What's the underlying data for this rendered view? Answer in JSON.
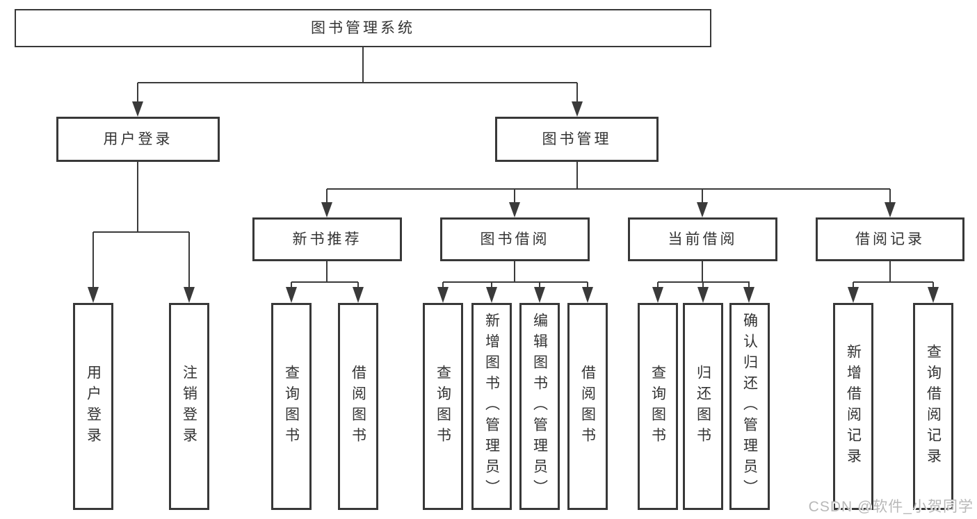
{
  "tree": {
    "root": "图书管理系统",
    "branches": [
      {
        "label": "用户登录",
        "children": [
          "用户登录",
          "注销登录"
        ]
      },
      {
        "label": "图书管理",
        "children": [
          {
            "label": "新书推荐",
            "children": [
              "查询图书",
              "借阅图书"
            ]
          },
          {
            "label": "图书借阅",
            "children": [
              "查询图书",
              "新增图书（管理员）",
              "编辑图书（管理员）",
              "借阅图书"
            ]
          },
          {
            "label": "当前借阅",
            "children": [
              "查询图书",
              "归还图书",
              "确认归还（管理员）"
            ]
          },
          {
            "label": "借阅记录",
            "children": [
              "新增借阅记录",
              "查询借阅记录"
            ]
          }
        ]
      }
    ]
  },
  "watermark": "CSDN @软件_小贺同学",
  "colors": {
    "line": "#3a3a3a",
    "box_border": "#383838",
    "text": "#333333",
    "background": "#ffffff",
    "watermark_text": "#b8b8b8"
  }
}
